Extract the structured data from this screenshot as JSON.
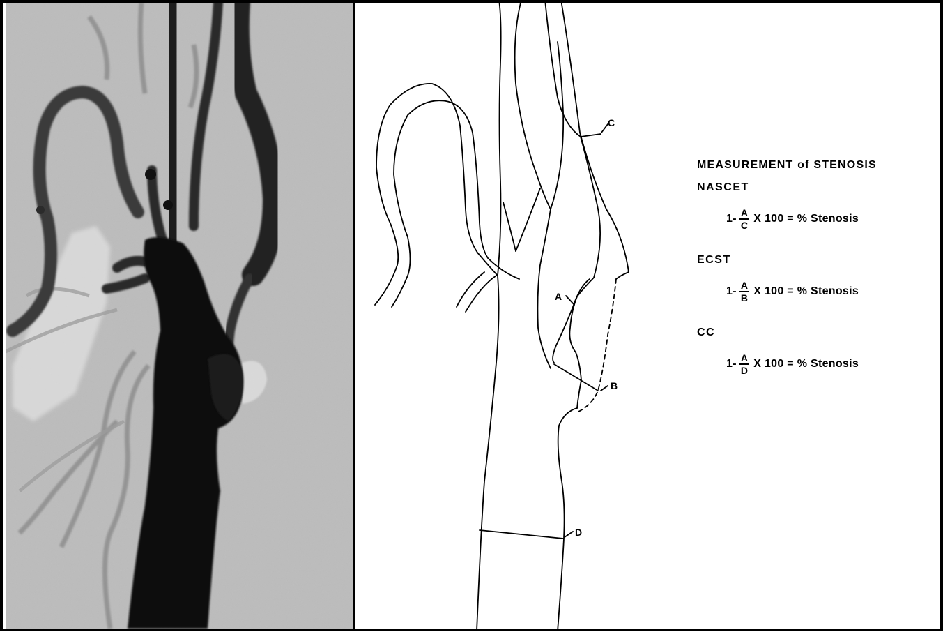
{
  "labels": {
    "a": "A",
    "b": "B",
    "c": "C",
    "d": "D"
  },
  "legend": {
    "title": "MEASUREMENT of STENOSIS",
    "sections": [
      {
        "method": "NASCET",
        "prefix": "1-",
        "numerator": "A",
        "denominator": "C",
        "suffix": "X 100 = % Stenosis"
      },
      {
        "method": "ECST",
        "prefix": "1-",
        "numerator": "A",
        "denominator": "B",
        "suffix": "X 100 = % Stenosis"
      },
      {
        "method": "CC",
        "prefix": "1-",
        "numerator": "A",
        "denominator": "D",
        "suffix": "X 100 = % Stenosis"
      }
    ]
  }
}
